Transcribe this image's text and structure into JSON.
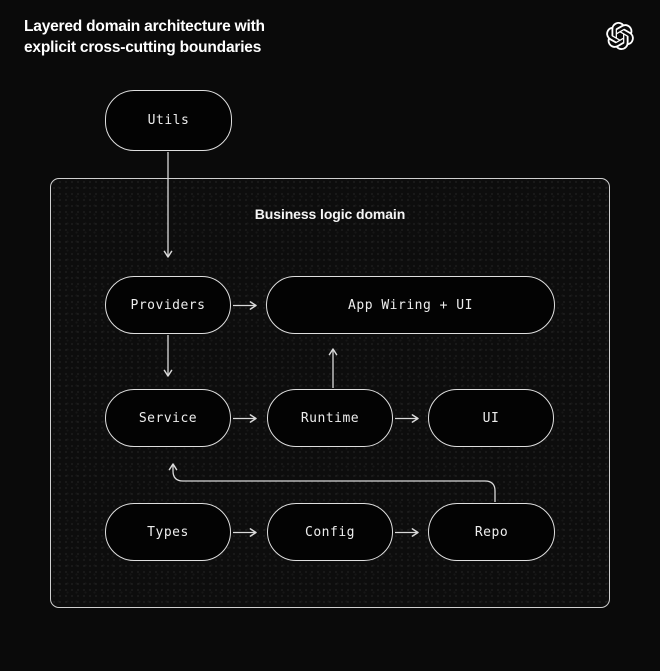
{
  "page": {
    "title": "Layered domain architecture with\nexplicit cross-cutting boundaries"
  },
  "header": {
    "logo_icon": "openai-logo"
  },
  "diagram": {
    "group_label": "Business logic domain",
    "nodes": {
      "utils": "Utils",
      "providers": "Providers",
      "app_wiring": "App Wiring + UI",
      "service": "Service",
      "runtime": "Runtime",
      "ui": "UI",
      "types": "Types",
      "config": "Config",
      "repo": "Repo"
    },
    "edges": [
      {
        "from": "Utils",
        "to": "Providers"
      },
      {
        "from": "Providers",
        "to": "App Wiring + UI"
      },
      {
        "from": "Providers",
        "to": "Service"
      },
      {
        "from": "Runtime",
        "to": "App Wiring + UI"
      },
      {
        "from": "Service",
        "to": "Runtime"
      },
      {
        "from": "Runtime",
        "to": "UI"
      },
      {
        "from": "Types",
        "to": "Config"
      },
      {
        "from": "Config",
        "to": "Repo"
      },
      {
        "from": "Repo",
        "to": "Service"
      }
    ],
    "colors": {
      "background": "#0a0a0a",
      "panel_fill": "#0d0d0d",
      "node_fill": "#030303",
      "stroke": "#d9d9d9",
      "node_text": "#ededed",
      "title_text": "#ffffff"
    }
  }
}
